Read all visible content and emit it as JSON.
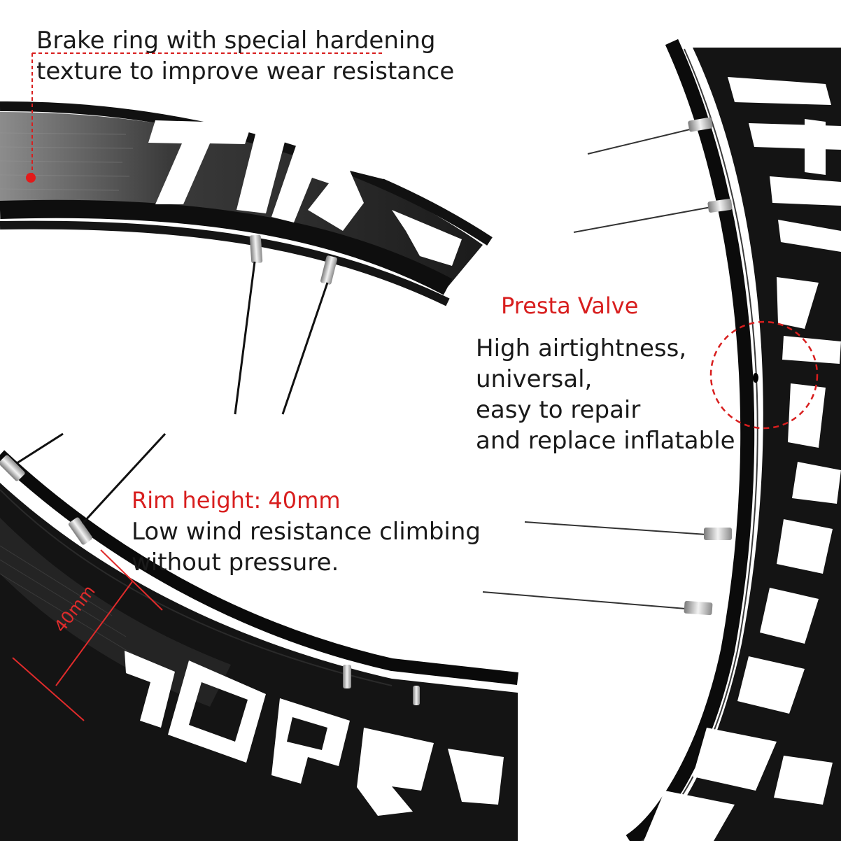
{
  "callouts": {
    "brake_ring": {
      "line1": "Brake ring with special hardening",
      "line2": "texture to improve wear resistance"
    },
    "presta_valve": {
      "title": "Presta Valve",
      "lines": [
        "High airtightness,",
        "universal,",
        "easy to repair",
        "and replace inflatable"
      ]
    },
    "rim_height": {
      "title": "Rim height: 40mm",
      "lines": [
        "Low wind resistance climbing",
        "without pressure."
      ],
      "dimension_label": "40mm"
    }
  },
  "colors": {
    "accent": "#d81e1e",
    "rim": "#141414",
    "decal": "#ffffff",
    "background": "#ffffff"
  }
}
